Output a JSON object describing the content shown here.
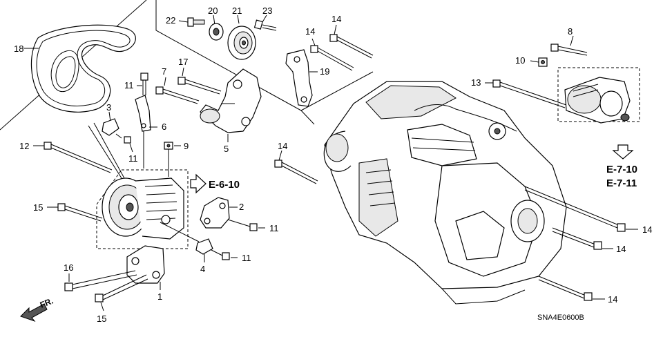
{
  "callouts": {
    "c18": "18",
    "c22": "22",
    "c20": "20",
    "c21": "21",
    "c23": "23",
    "c14a": "14",
    "c14b": "14",
    "c8": "8",
    "c10": "10",
    "c7": "7",
    "c17": "17",
    "c19": "19",
    "c11a": "11",
    "c13": "13",
    "c3": "3",
    "c6": "6",
    "c5": "5",
    "c12": "12",
    "c11b": "11",
    "c9": "9",
    "c14c": "14",
    "c2": "2",
    "c15a": "15",
    "c11c": "11",
    "c11d": "11",
    "c4": "4",
    "c16": "16",
    "c1": "1",
    "c15b": "15",
    "c14d": "14",
    "c14e": "14",
    "c14f": "14"
  },
  "references": {
    "ref_e610": "E-6-10",
    "ref_e710": "E-7-10",
    "ref_e711": "E-7-11"
  },
  "front_label": "FR.",
  "diagram_code": "SNA4E0600B"
}
